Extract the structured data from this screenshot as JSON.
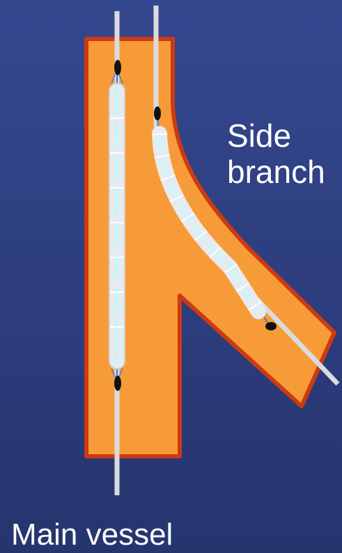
{
  "labels": {
    "side_branch_line1": "Side",
    "side_branch_line2": "branch",
    "main_vessel": "Main vessel"
  },
  "colors": {
    "background": "#2f4186",
    "vessel_fill": "#f79b38",
    "vessel_outline": "#cc3a12",
    "guidewire": "#d9dbe0",
    "balloon": "#e8eaee",
    "balloon_inner": "#d2f3f8",
    "marker": "#111111",
    "text": "#ffffff"
  },
  "icons": {
    "main_balloon": "inflated-balloon-catheter",
    "side_balloon": "inflated-balloon-catheter",
    "markers": "radiopaque-marker"
  }
}
